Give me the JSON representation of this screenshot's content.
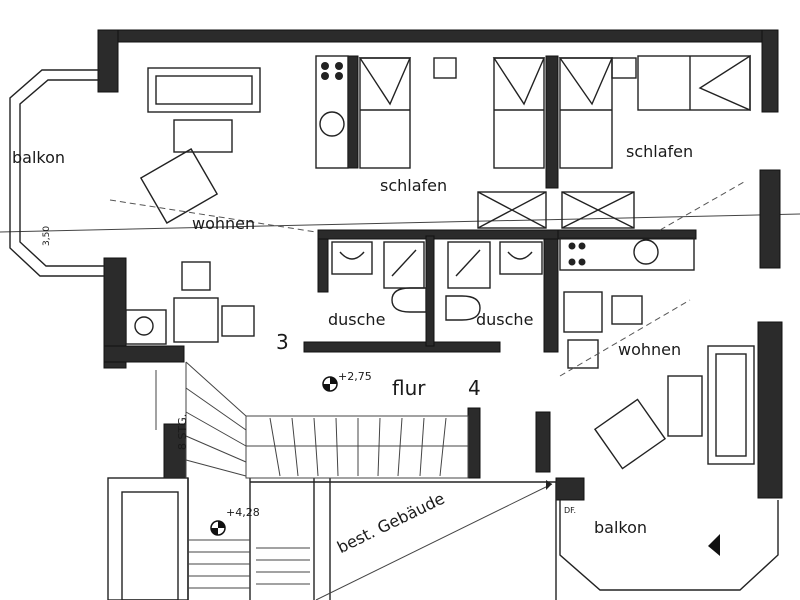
{
  "labels": {
    "balkon_left": "balkon",
    "balkon_right": "balkon",
    "wohnen_left": "wohnen",
    "wohnen_right": "wohnen",
    "schlafen_center": "schlafen",
    "schlafen_right": "schlafen",
    "dusche_left": "dusche",
    "dusche_right": "dusche",
    "flur": "flur",
    "room_3": "3",
    "room_4": "4",
    "level_upper": "+2,75",
    "level_lower": "+4,28",
    "stair_steps": "8 STG.",
    "dim_balkon": "3,50",
    "bestand": "best. Gebäude",
    "df": "DF."
  }
}
